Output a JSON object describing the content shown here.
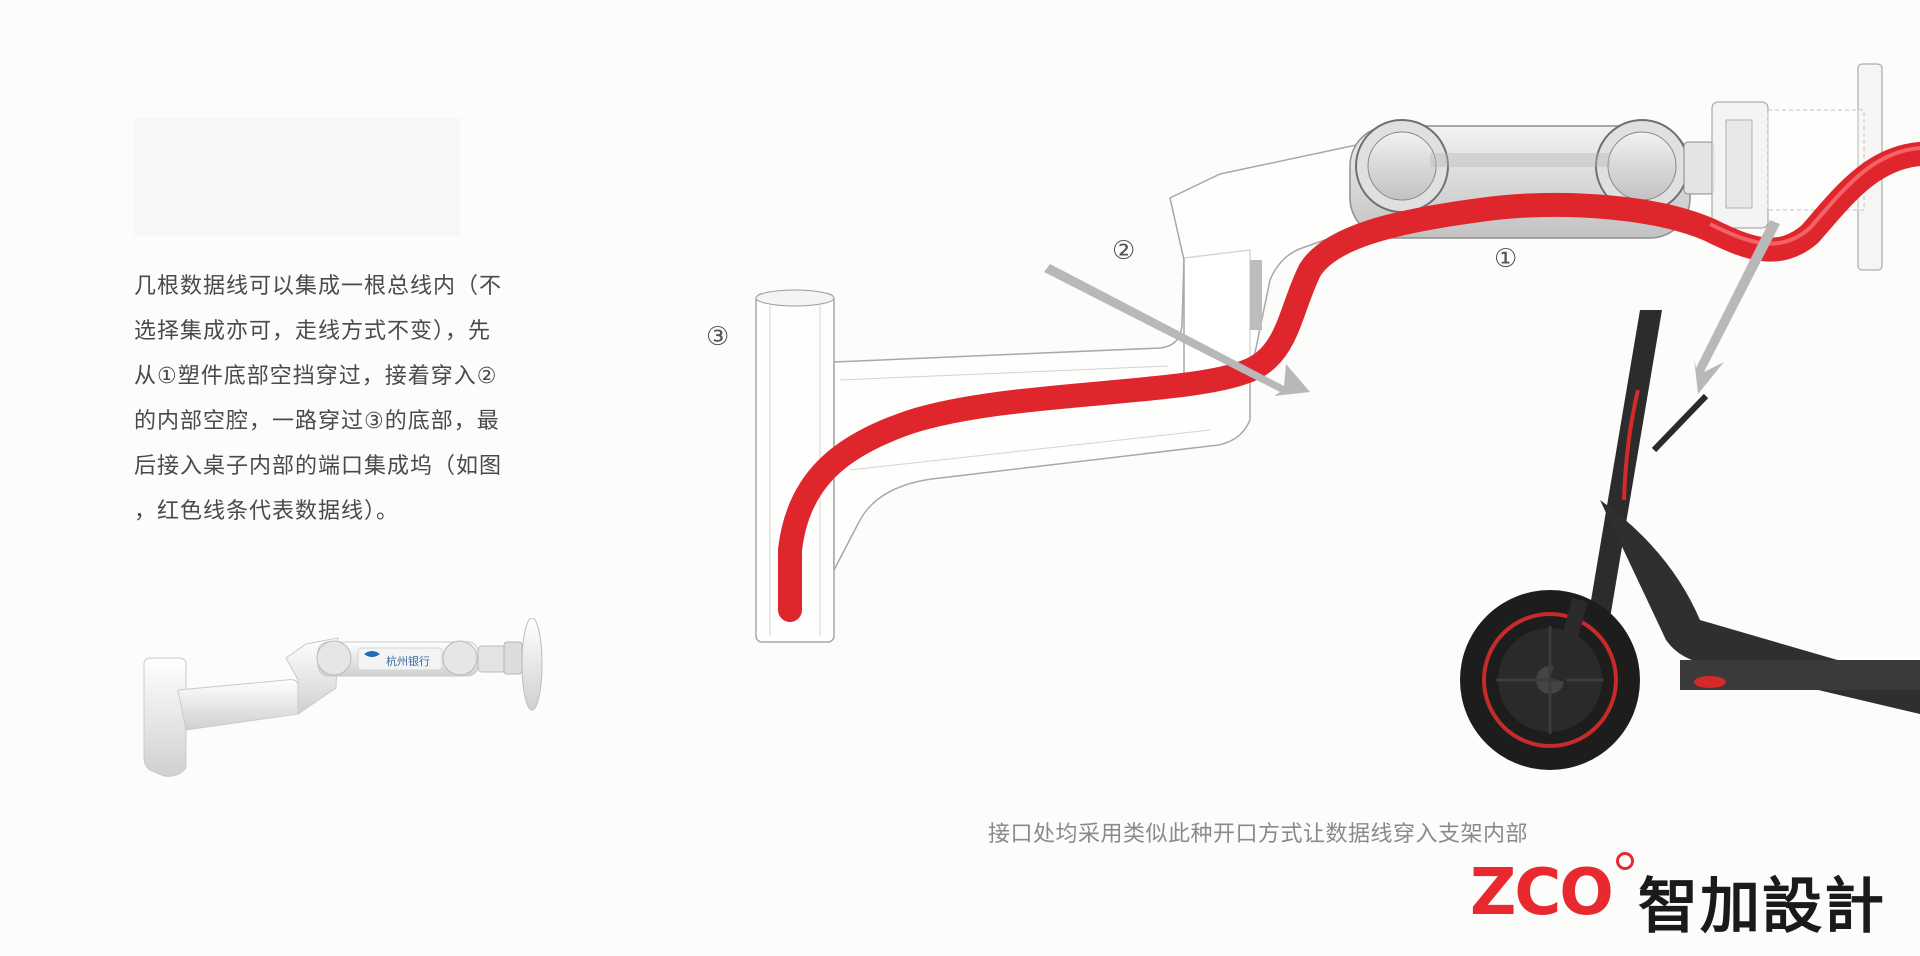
{
  "description": {
    "lines": [
      "几根数据线可以集成一根总线内（不",
      "选择集成亦可，走线方式不变），先",
      "从①塑件底部空挡穿过，接着穿入②",
      "的内部空腔，一路穿过③的底部，最",
      "后接入桌子内部的端口集成坞（如图",
      "，红色线条代表数据线）。"
    ]
  },
  "labels": {
    "part1": "①",
    "part2": "②",
    "part3": "③"
  },
  "photo": {
    "brand_text": "杭州银行"
  },
  "caption": "接口处均采用类似此种开口方式让数据线穿入支架内部",
  "logo": {
    "latin": "ZCO",
    "chinese": "智加設計"
  },
  "colors": {
    "cable": "#e0262d",
    "logo_red": "#e8292f",
    "arrow": "#b8b8b8"
  }
}
